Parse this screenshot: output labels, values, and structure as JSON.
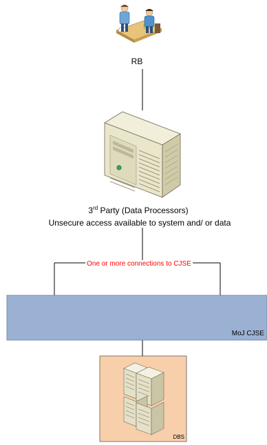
{
  "nodes": {
    "rb": {
      "label": "RB",
      "icon": "people-at-desk-icon"
    },
    "third_party": {
      "label_main": "3",
      "label_sup": "rd",
      "label_rest": " Party (Data Processors)",
      "sublabel": "Unsecure access available to system and/ or data",
      "icon": "server-tower-icon"
    },
    "moj_cjse": {
      "label": "MoJ CJSE"
    },
    "dbs": {
      "label": "DBS",
      "icon": "server-cluster-icon"
    }
  },
  "connections": {
    "cjse_label": "One or more connections to CJSE"
  },
  "colors": {
    "line": "#000000",
    "connection_text": "#ff0000",
    "cjse_band": "#9bb1d4",
    "dbs_box": "#f8cfab"
  }
}
